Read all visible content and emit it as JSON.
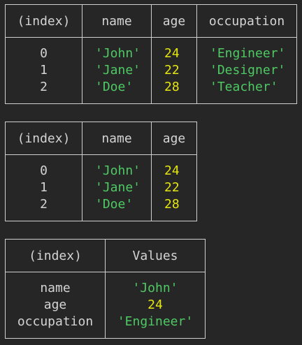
{
  "colors": {
    "background": "#262626",
    "border": "#cfcfcf",
    "text": "#d4d4d4",
    "string": "#4ec963",
    "number": "#e5e510"
  },
  "table1": {
    "headers": [
      "(index)",
      "name",
      "age",
      "occupation"
    ],
    "index": [
      "0",
      "1",
      "2"
    ],
    "name": [
      "'John'",
      "'Jane'",
      "'Doe'"
    ],
    "age": [
      "24",
      "22",
      "28"
    ],
    "occupation": [
      "'Engineer'",
      "'Designer'",
      "'Teacher'"
    ]
  },
  "table2": {
    "headers": [
      "(index)",
      "name",
      "age"
    ],
    "index": [
      "0",
      "1",
      "2"
    ],
    "name": [
      "'John'",
      "'Jane'",
      "'Doe'"
    ],
    "age": [
      "24",
      "22",
      "28"
    ]
  },
  "table3": {
    "headers": [
      "(index)",
      "Values"
    ],
    "index": [
      "name",
      "age",
      "occupation"
    ],
    "values": [
      "'John'",
      "24",
      "'Engineer'"
    ]
  }
}
